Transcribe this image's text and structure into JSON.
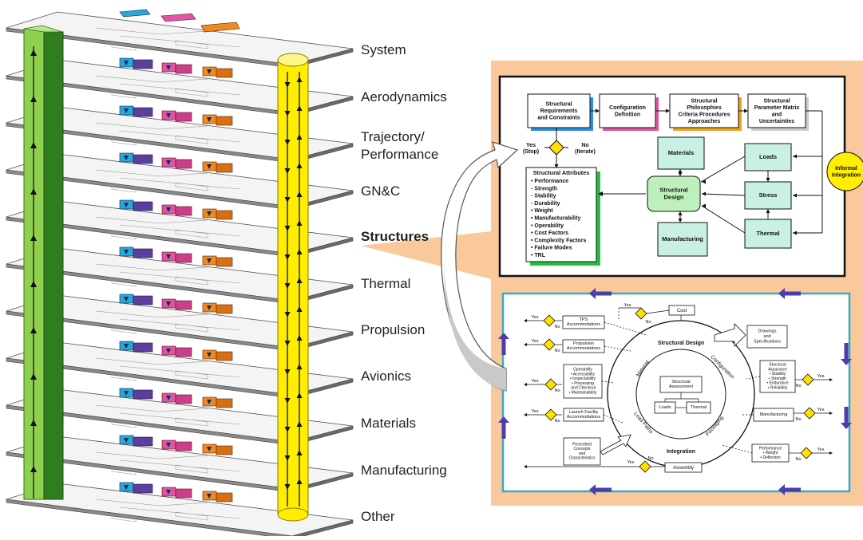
{
  "disciplines": [
    {
      "label": "System"
    },
    {
      "label": "Aerodynamics"
    },
    {
      "label": "Trajectory/\nPerformance"
    },
    {
      "label": "GN&C"
    },
    {
      "label": "Structures",
      "bold": true
    },
    {
      "label": "Thermal"
    },
    {
      "label": "Propulsion"
    },
    {
      "label": "Avionics"
    },
    {
      "label": "Materials"
    },
    {
      "label": "Manufacturing"
    },
    {
      "label": "Other"
    }
  ],
  "colors": {
    "green_light": "#8fd14f",
    "green_dark": "#2f7d1f",
    "yellow": "#ffee00",
    "cyan": "#29a8d6",
    "magenta": "#e0559f",
    "orange": "#f08a1c",
    "purple": "#5b3fa0",
    "peach": "#f9c89b",
    "teal_border": "#3aa9c9",
    "arrow_blue": "#4b3ea8",
    "materials_green": "#c8f0e4",
    "design_green": "#bdf0bd"
  },
  "upper_panel": {
    "boxes": {
      "requirements": "Structural\nRequirements\nand Constraints",
      "configuration": "Configuration\nDefinition",
      "philosophies": "Structural\nPhilosophies\nCriteria Procedures\nApproaches",
      "parameter_matrix": "Structural\nParameter Matrix\nand\nUncertainties",
      "materials": "Materials",
      "loads": "Loads",
      "structural_design": "Structural\nDesign",
      "stress": "Stress",
      "manufacturing": "Manufacturing",
      "thermal": "Thermal",
      "informal_integration": "Informal\nIntegration"
    },
    "yes_label": "Yes\n(Stop)",
    "no_label": "No\n(Iterate)",
    "attributes_title": "Structural Attributes",
    "attributes": [
      "• Performance",
      "  - Strength",
      "  - Stability",
      "  - Durability",
      "• Weight",
      "• Manufacturability",
      "• Operability",
      "• Cost Factors",
      "• Complexity Factors",
      "• Failure Modes",
      "• TRL"
    ]
  },
  "lower_panel": {
    "cost": "Cost",
    "drawings": "Drawings\nand\nSpecifications",
    "tps": "TPS\nAccommodations",
    "propulsion": "Propulsion\nAccommodations",
    "operability": "Operability\n• Accessibility\n• Inspectability\n• Processing\n  and Checkout\n• Maintainability",
    "launch": "Launch Facility\nAccommodations",
    "prescribed": "Prescribed\nConcepts\nand\nCharacteristics",
    "assembly": "Assembly",
    "structural_assurance": "Structural\nAssurance\n• Stability\n• Strength\n• Endurance\n• Reliability",
    "manufacturing": "Manufacturing",
    "performance": "Performance\n• Weight\n• Deflection",
    "structural_assessment": "Structural\nAssessment",
    "loads": "Loads",
    "thermal": "Thermal",
    "ring_labels": [
      "Structural Design",
      "Configuration",
      "Material",
      "Load Paths",
      "Packaging",
      "Integration"
    ],
    "yes": "Yes",
    "no": "No"
  }
}
